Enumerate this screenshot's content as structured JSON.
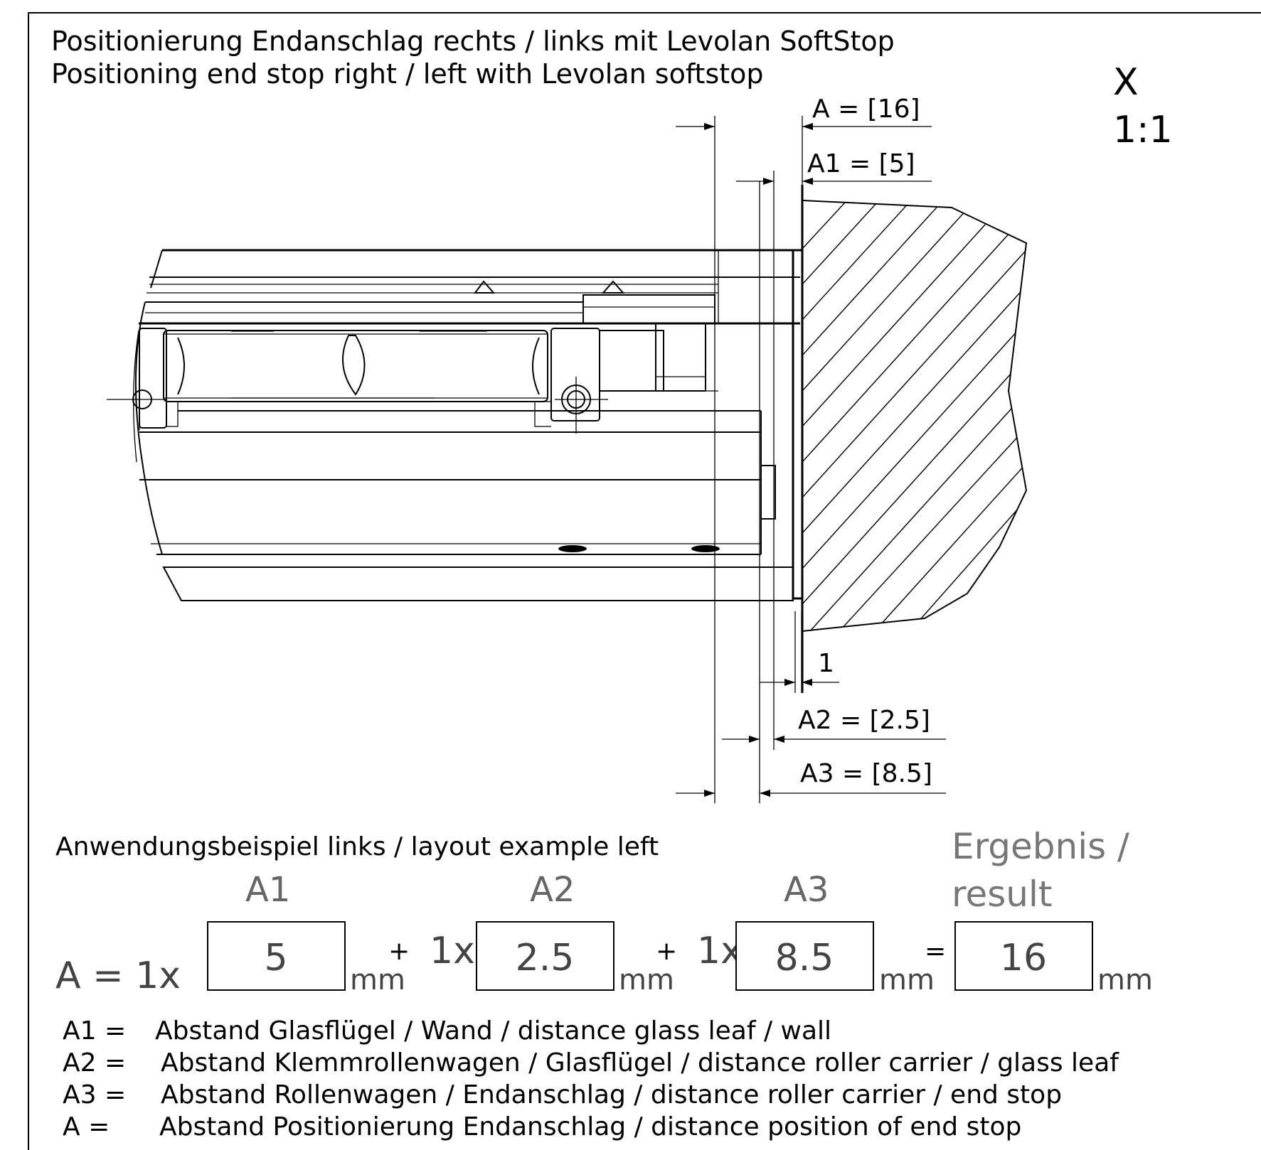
{
  "title": {
    "line_de": "Positionierung Endanschlag rechts / links mit Levolan SoftStop",
    "line_en": "Positioning end stop right / left with Levolan softstop"
  },
  "detail": {
    "label": "X",
    "scale": "1:1"
  },
  "dimensions": {
    "a": "A  =  [16]",
    "a1": "A1 =  [5]",
    "gap": "1",
    "a2": "A2 =  [2.5]",
    "a3": "A3 =  [8.5]"
  },
  "calculator": {
    "heading": "Anwendungsbeispiel links / layout example left",
    "result_title_1": "Ergebnis /",
    "result_title_2": "result",
    "col_a1": "A1",
    "col_a2": "A2",
    "col_a3": "A3",
    "lhs": "A  =  1x",
    "mult_2": "1x",
    "mult_3": "1x",
    "op_plus_1": "+",
    "op_plus_2": "+",
    "op_equals": "=",
    "value_a1": "5",
    "value_a2": "2.5",
    "value_a3": "8.5",
    "value_result": "16",
    "unit": "mm"
  },
  "legend": [
    {
      "key": "A1 =",
      "text": "Abstand Glasflügel / Wand / distance glass leaf / wall"
    },
    {
      "key": "A2 =",
      "text": "Abstand Klemmrollenwagen / Glasflügel / distance roller carrier / glass leaf"
    },
    {
      "key": "A3 =",
      "text": "Abstand Rollenwagen / Endanschlag / distance roller carrier / end stop"
    },
    {
      "key": "A  =",
      "text": "Abstand Positionierung Endanschlag  / distance position of end stop"
    }
  ]
}
